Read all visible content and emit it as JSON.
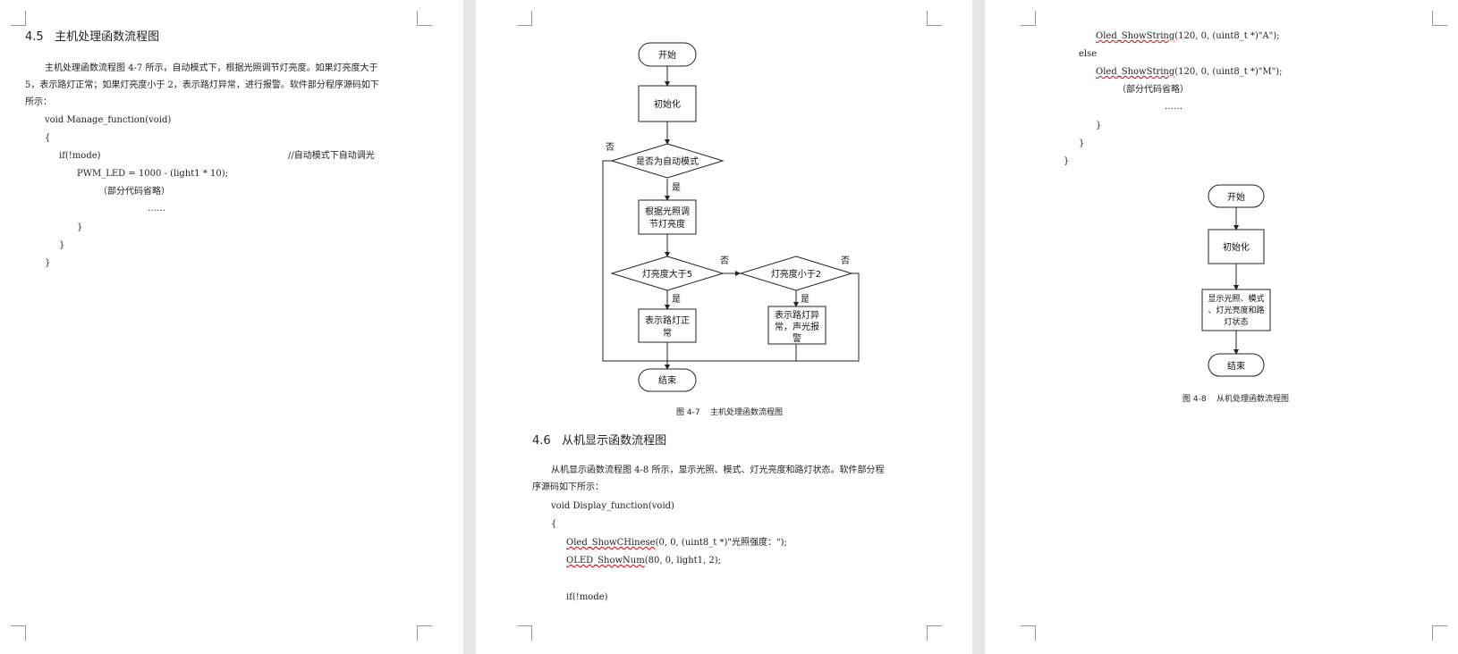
{
  "page1": {
    "heading": "4.5   主机处理函数流程图",
    "para": [
      "主机处理函数流程图 4-7 所示，自动模式下，根据光照调节灯亮度。如果灯亮度大于",
      "5，表示路灯正常；如果灯亮度小于 2，表示路灯异常，进行报警。软件部分程序源码如下",
      "所示："
    ],
    "code": {
      "sig": "void Manage_function(void)",
      "open": "{",
      "if": "if(!mode)",
      "comment": "//自动模式下自动调光",
      "pwm": "PWM_LED = 1000 - (light1 * 10);",
      "omit": "（部分代码省略）",
      "dots": "……",
      "close1": "}",
      "close2": "}",
      "close3": "}"
    }
  },
  "page2": {
    "flow": {
      "start": "开始",
      "init": "初始化",
      "auto_q": "是否为自动模式",
      "adjust": [
        "根据光照调",
        "节灯亮度"
      ],
      "gt5": "灯亮度大于5",
      "lt2": "灯亮度小于2",
      "normal": [
        "表示路灯正",
        "常"
      ],
      "alarm": [
        "表示路灯异",
        "常，声光报",
        "警"
      ],
      "end": "结束",
      "yes": "是",
      "no": "否"
    },
    "caption": "图 4-7    主机处理函数流程图",
    "heading": "4.6   从机显示函数流程图",
    "para": [
      "从机显示函数流程图 4-8 所示，显示光照、模式、灯光亮度和路灯状态。软件部分程",
      "序源码如下所示："
    ],
    "code": {
      "sig": "void Display_function(void)",
      "open": "{",
      "l1a": "Oled_ShowCHinese",
      "l1b": "(0, 0, (uint8_t *)\"光照强度：\");",
      "l2a": "OLED_ShowNum",
      "l2b": "(80, 0, light1, 2);",
      "if": "if(!mode)"
    }
  },
  "page3": {
    "code": {
      "l1a": "Oled_ShowString",
      "l1b": "(120, 0, (uint8_t *)\"A\");",
      "else": "else",
      "l2a": "Oled_ShowString",
      "l2b": "(120, 0, (uint8_t *)\"M\");",
      "omit": "（部分代码省略）",
      "dots": "……",
      "close1": "}",
      "close2": "}",
      "close3": "}"
    },
    "flow": {
      "start": "开始",
      "init": "初始化",
      "display": [
        "显示光照、模式",
        "、灯光亮度和路",
        "灯状态"
      ],
      "end": "结束"
    },
    "caption": "图 4-8    从机处理函数流程图"
  }
}
